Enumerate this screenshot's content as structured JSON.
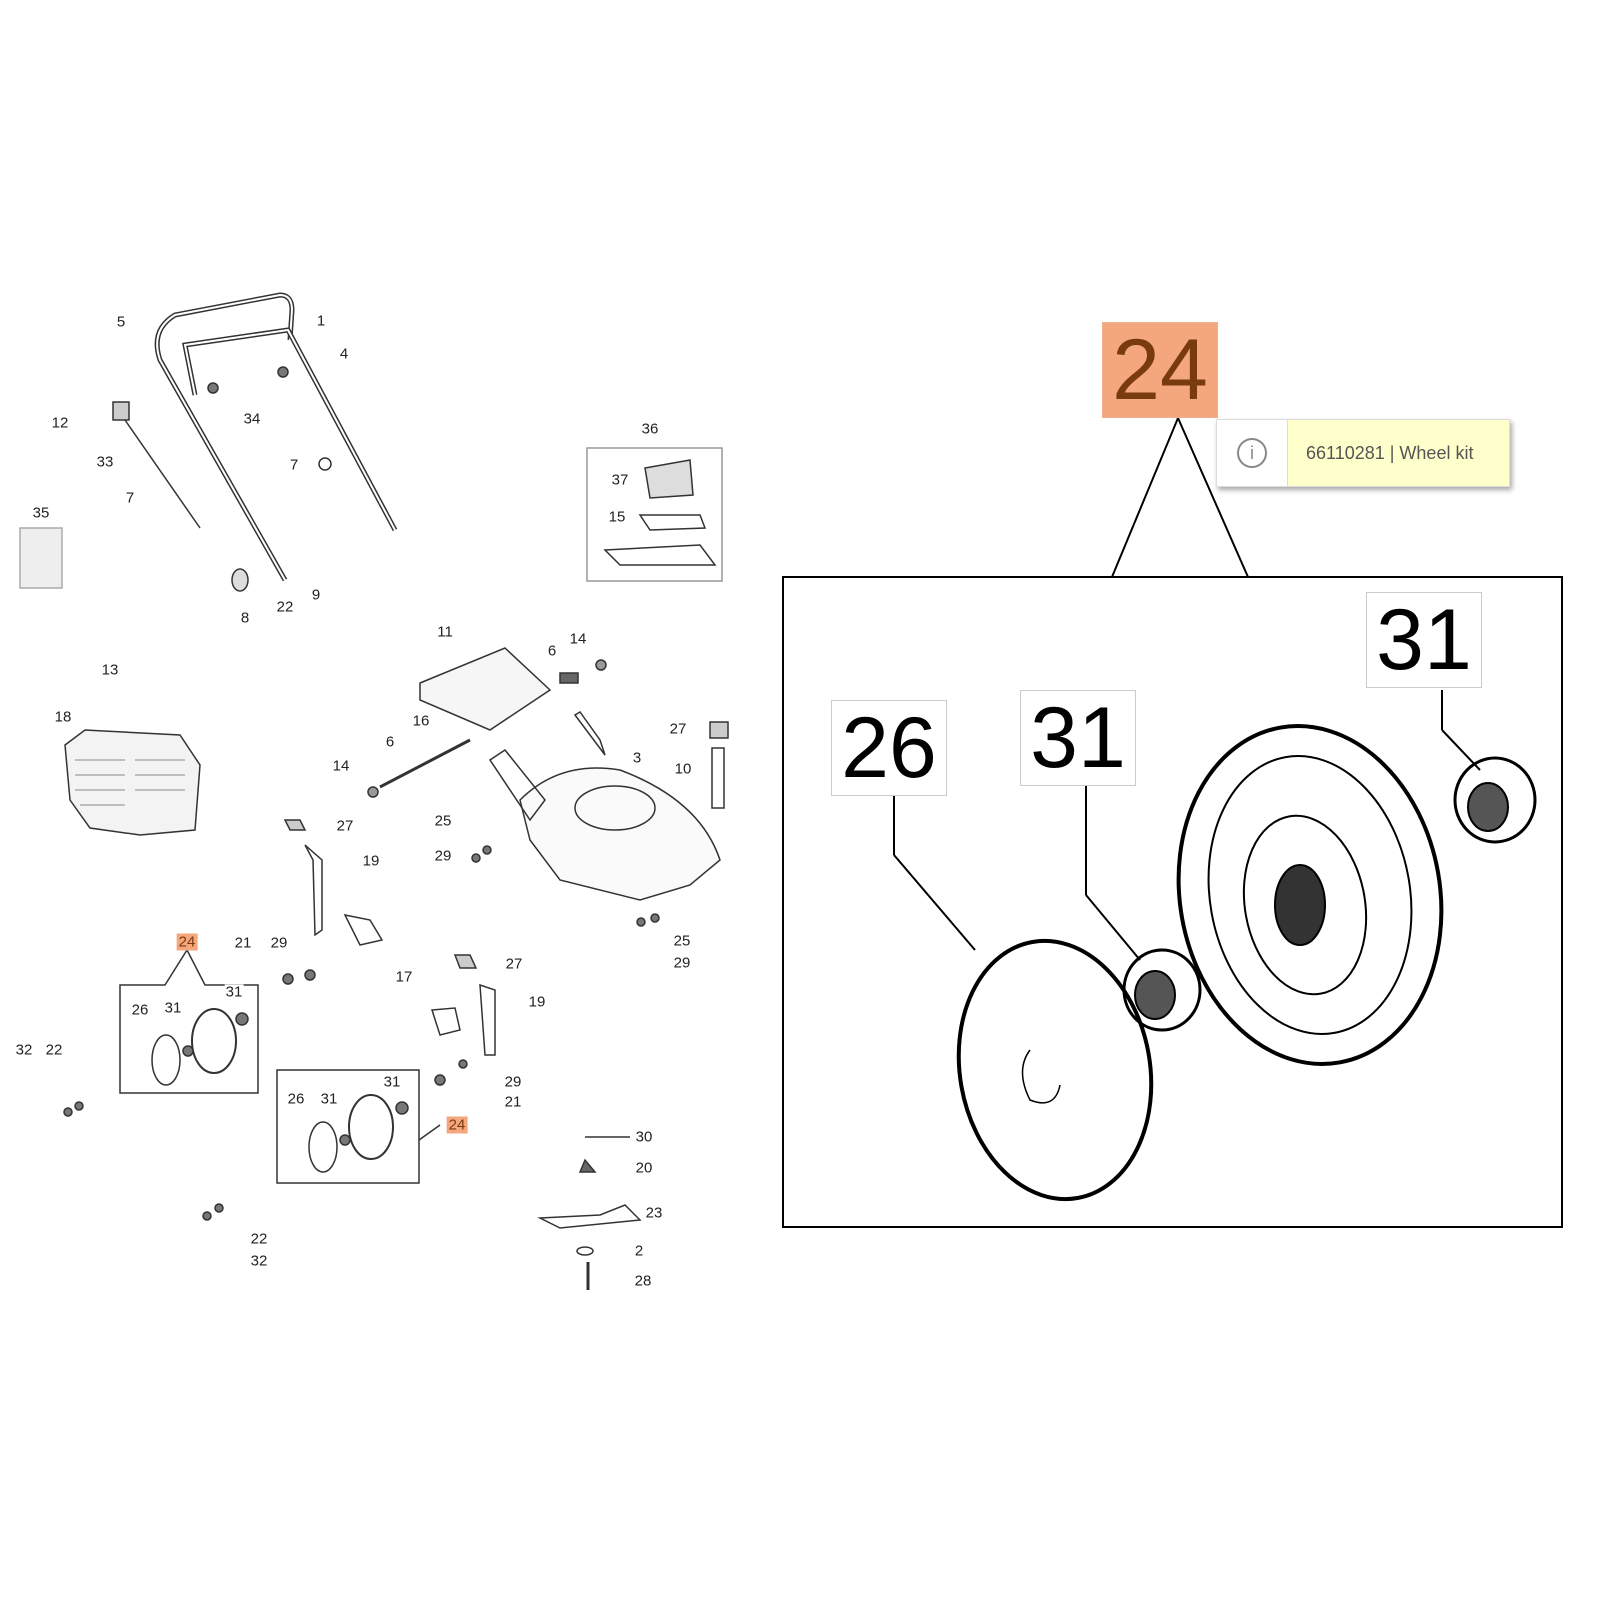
{
  "overview_labels": [
    "5",
    "1",
    "4",
    "34",
    "12",
    "33",
    "7",
    "7",
    "35",
    "36",
    "37",
    "15",
    "8",
    "22",
    "9",
    "11",
    "14",
    "6",
    "13",
    "18",
    "16",
    "6",
    "27",
    "3",
    "10",
    "14",
    "27",
    "25",
    "29",
    "19",
    "24",
    "21",
    "29",
    "25",
    "29",
    "27",
    "17",
    "19",
    "31",
    "26",
    "31",
    "32",
    "22",
    "31",
    "29",
    "26",
    "31",
    "21",
    "24",
    "30",
    "20",
    "23",
    "22",
    "2",
    "32",
    "28"
  ],
  "detail": {
    "kit_number": "24",
    "parts": [
      "31",
      "26",
      "31"
    ]
  },
  "tooltip": {
    "icon": "info-icon",
    "icon_glyph": "i",
    "text": "66110281 | Wheel kit"
  },
  "highlight_color": "#f4a77c"
}
